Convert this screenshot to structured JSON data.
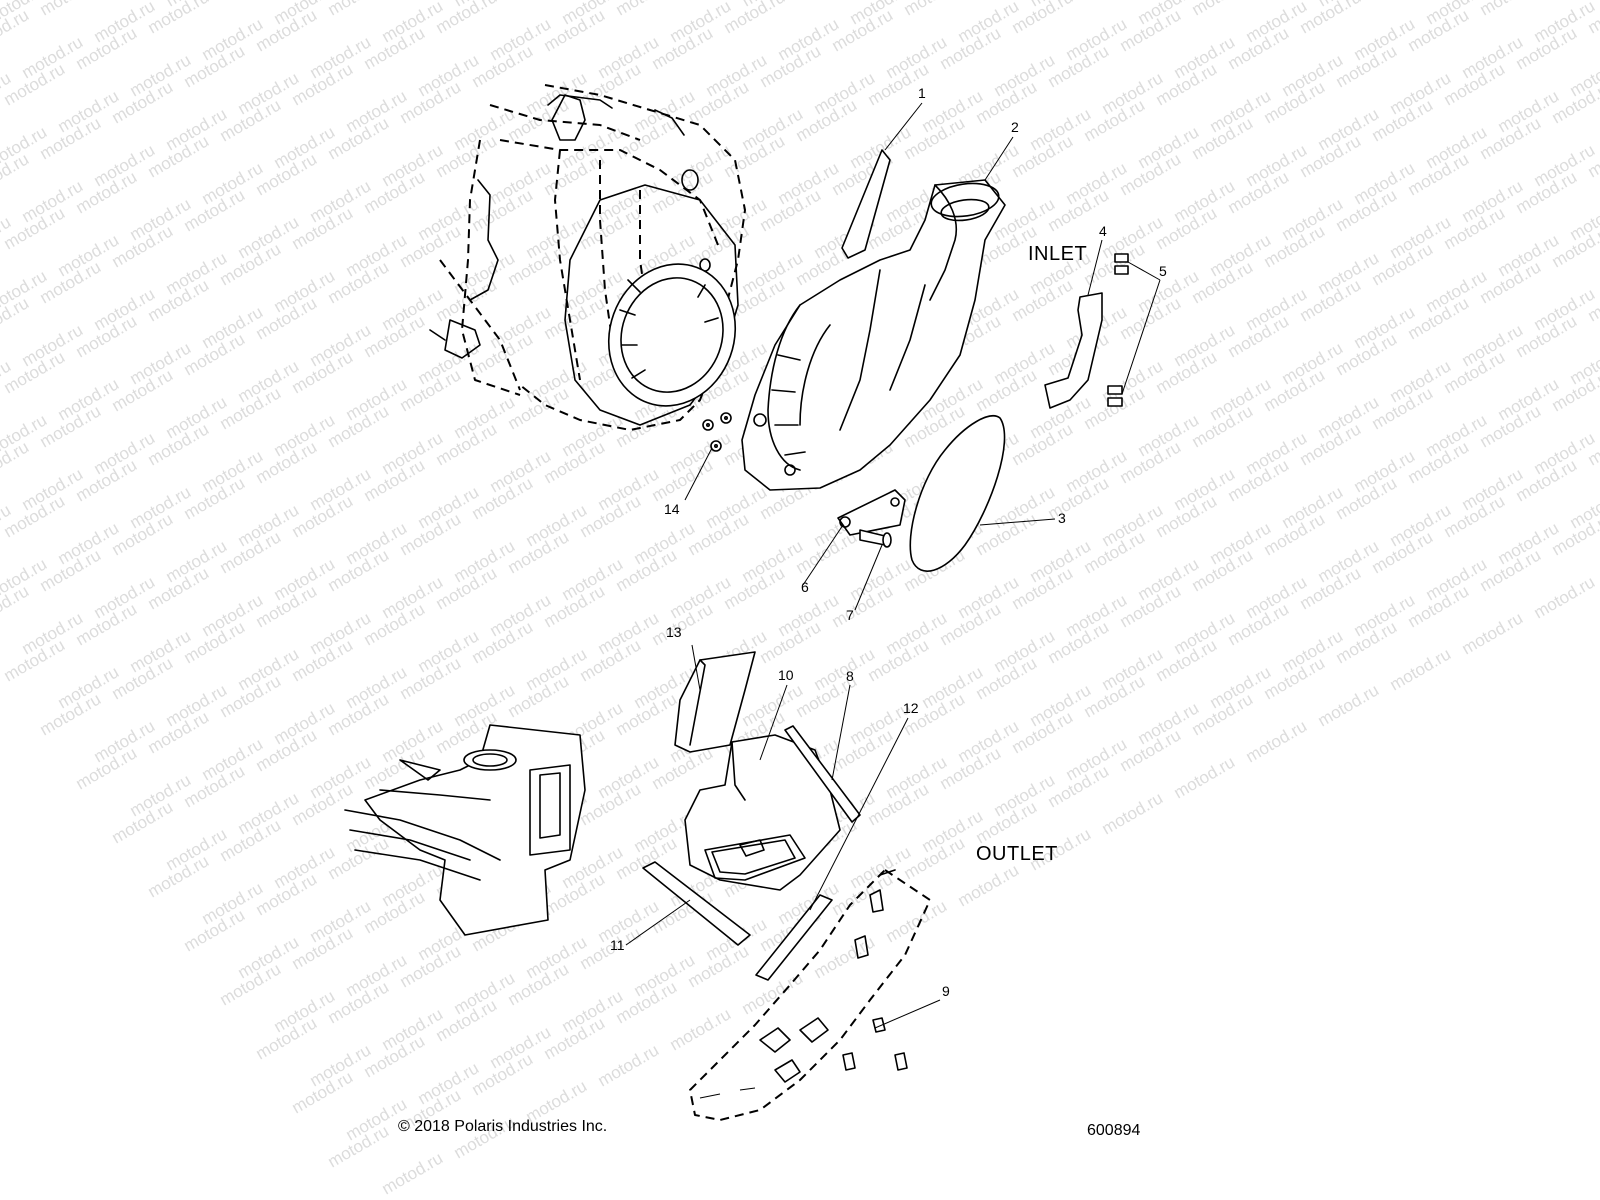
{
  "diagram": {
    "watermark_text": "motod.ru",
    "section_labels": {
      "inlet": "INLET",
      "outlet": "OUTLET"
    },
    "callouts": [
      "1",
      "2",
      "3",
      "4",
      "5",
      "6",
      "7",
      "8",
      "9",
      "10",
      "11",
      "12",
      "13",
      "14"
    ],
    "copyright": "© 2018 Polaris Industries Inc.",
    "figure_number": "600894"
  }
}
